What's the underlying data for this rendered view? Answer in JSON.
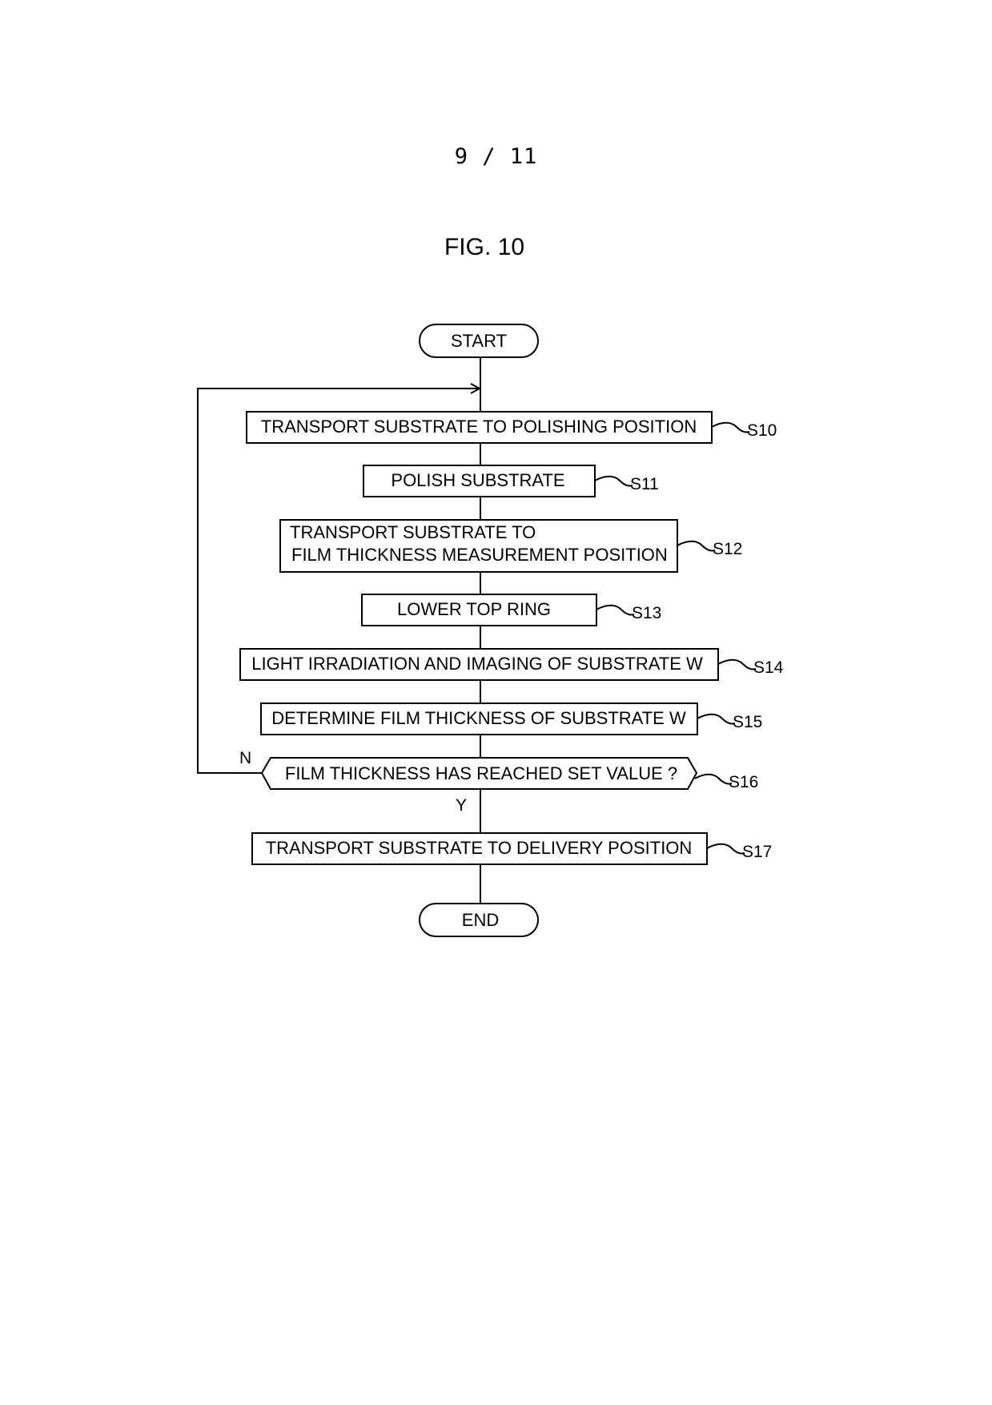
{
  "page_number": "9 / 11",
  "figure_title": "FIG. 10",
  "start_label": "START",
  "end_label": "END",
  "steps": [
    {
      "id": "s10",
      "lines": [
        "TRANSPORT SUBSTRATE TO POLISHING POSITION"
      ],
      "label": "S10"
    },
    {
      "id": "s11",
      "lines": [
        "POLISH SUBSTRATE"
      ],
      "label": "S11"
    },
    {
      "id": "s12",
      "lines": [
        "TRANSPORT SUBSTRATE TO",
        "FILM THICKNESS MEASUREMENT POSITION"
      ],
      "label": "S12"
    },
    {
      "id": "s13",
      "lines": [
        "LOWER TOP RING"
      ],
      "label": "S13"
    },
    {
      "id": "s14",
      "lines": [
        "LIGHT IRRADIATION AND IMAGING OF SUBSTRATE W"
      ],
      "label": "S14"
    },
    {
      "id": "s15",
      "lines": [
        "DETERMINE FILM THICKNESS OF SUBSTRATE W"
      ],
      "label": "S15"
    }
  ],
  "decision": {
    "text": "FILM THICKNESS HAS REACHED SET VALUE ?",
    "label": "S16",
    "no_label": "N",
    "yes_label": "Y"
  },
  "final_step": {
    "lines": [
      "TRANSPORT SUBSTRATE TO DELIVERY POSITION"
    ],
    "label": "S17"
  }
}
